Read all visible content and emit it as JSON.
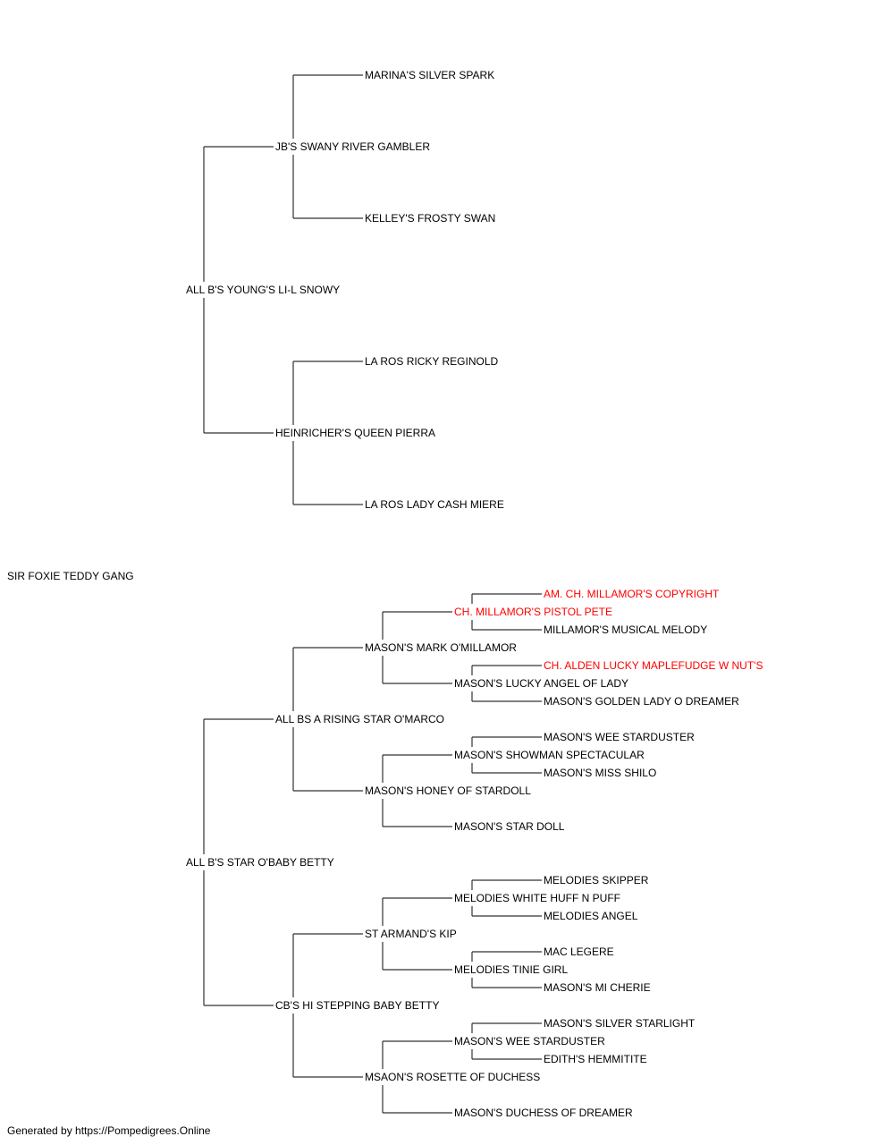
{
  "pedigree": {
    "subject": "SIR FOXIE TEDDY GANG",
    "sire": {
      "name": "ALL B'S YOUNG'S LI-L SNOWY",
      "sire": {
        "name": "JB'S SWANY RIVER GAMBLER",
        "sire": {
          "name": "MARINA'S SILVER SPARK"
        },
        "dam": {
          "name": "KELLEY'S FROSTY SWAN"
        }
      },
      "dam": {
        "name": "HEINRICHER'S QUEEN PIERRA",
        "sire": {
          "name": "LA ROS RICKY REGINOLD"
        },
        "dam": {
          "name": "LA ROS LADY CASH MIERE"
        }
      }
    },
    "dam": {
      "name": "ALL B'S STAR O'BABY BETTY",
      "sire": {
        "name": "ALL BS A RISING STAR O'MARCO",
        "sire": {
          "name": "MASON'S MARK O'MILLAMOR",
          "sire": {
            "name": "CH. MILLAMOR'S PISTOL PETE",
            "champion": true,
            "sire": {
              "name": "AM. CH. MILLAMOR'S COPYRIGHT",
              "champion": true
            },
            "dam": {
              "name": "MILLAMOR'S MUSICAL MELODY"
            }
          },
          "dam": {
            "name": "MASON'S LUCKY ANGEL OF LADY",
            "sire": {
              "name": "CH. ALDEN LUCKY MAPLEFUDGE W NUT'S",
              "champion": true
            },
            "dam": {
              "name": "MASON'S GOLDEN LADY O DREAMER"
            }
          }
        },
        "dam": {
          "name": "MASON'S HONEY OF STARDOLL",
          "sire": {
            "name": "MASON'S SHOWMAN SPECTACULAR",
            "sire": {
              "name": "MASON'S WEE STARDUSTER"
            },
            "dam": {
              "name": "MASON'S MISS SHILO"
            }
          },
          "dam": {
            "name": "MASON'S STAR DOLL"
          }
        }
      },
      "dam": {
        "name": "CB'S HI STEPPING BABY BETTY",
        "sire": {
          "name": "ST ARMAND'S KIP",
          "sire": {
            "name": "MELODIES WHITE HUFF N PUFF",
            "sire": {
              "name": "MELODIES SKIPPER"
            },
            "dam": {
              "name": "MELODIES ANGEL"
            }
          },
          "dam": {
            "name": "MELODIES TINIE GIRL",
            "sire": {
              "name": "MAC LEGERE"
            },
            "dam": {
              "name": "MASON'S MI CHERIE"
            }
          }
        },
        "dam": {
          "name": "MSAON'S ROSETTE OF DUCHESS",
          "sire": {
            "name": "MASON'S WEE STARDUSTER",
            "sire": {
              "name": "MASON'S SILVER STARLIGHT"
            },
            "dam": {
              "name": "EDITH'S HEMMITITE"
            }
          },
          "dam": {
            "name": "MASON'S DUCHESS OF DREAMER"
          }
        }
      }
    }
  },
  "colors": {
    "line": "#333333",
    "text": "#000000",
    "champion": "#ff0000"
  },
  "footer": "Generated by https://Pompedigrees.Online"
}
